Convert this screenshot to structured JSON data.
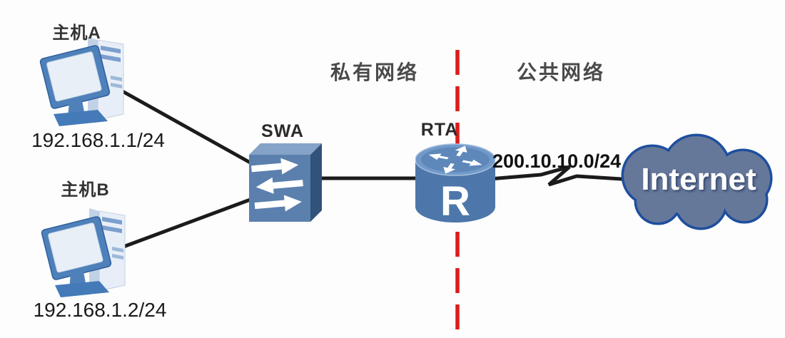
{
  "regions": {
    "private": {
      "label": "私有网络"
    },
    "public": {
      "label": "公共网络"
    }
  },
  "nodes": {
    "host_a": {
      "label": "主机A",
      "ip": "192.168.1.1/24",
      "type": "pc"
    },
    "host_b": {
      "label": "主机B",
      "ip": "192.168.1.2/24",
      "type": "pc"
    },
    "switch_swa": {
      "label": "SWA",
      "type": "switch"
    },
    "router_rta": {
      "label": "RTA",
      "face_letter": "R",
      "type": "router"
    },
    "internet_cloud": {
      "label": "Internet",
      "type": "cloud"
    }
  },
  "links": {
    "host_a_to_swa": {
      "style": "straight-cable"
    },
    "host_b_to_swa": {
      "style": "straight-cable"
    },
    "swa_to_rta": {
      "style": "straight-cable"
    },
    "rta_to_internet": {
      "label": "200.10.10.0/24",
      "style": "lightning"
    }
  },
  "colors": {
    "network_boundary_red": "#dd1c1c",
    "cable_black": "#1b1b1b",
    "device_front_blue": "#5b80ad",
    "device_top_blue": "#84a3c6",
    "device_side_blue": "#30527b",
    "router_body_blue": "#4d77aa",
    "cloud_fill": "#66789a",
    "cloud_border": "#1e4f9e",
    "region_text": "#4a4a4a"
  }
}
